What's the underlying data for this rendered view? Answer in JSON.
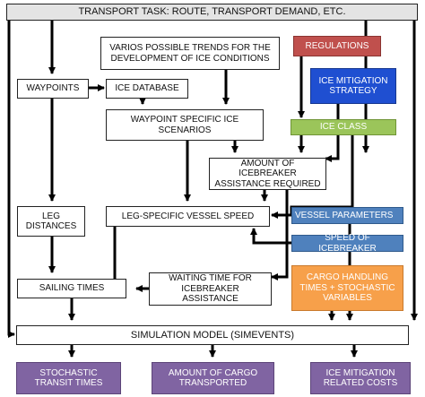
{
  "diagram": {
    "transport_task": "TRANSPORT TASK: ROUTE, TRANSPORT DEMAND,  ETC.",
    "trends_line1": "VARIOS POSSIBLE TRENDS FOR THE",
    "trends_line2": "DEVELOPMENT OF ICE CONDITIONS",
    "regulations": "REGULATIONS",
    "waypoints": "WAYPOINTS",
    "ice_database": "ICE DATABASE",
    "mitigation_line1": "ICE MITIGATION",
    "mitigation_line2": "STRATEGY",
    "scenarios_line1": "WAYPOINT SPECIFIC ICE",
    "scenarios_line2": "SCENARIOS",
    "ice_class": "ICE CLASS",
    "assist_line1": "AMOUNT OF ICEBREAKER",
    "assist_line2": "ASSISTANCE REQUIRED",
    "leg_line1": "LEG",
    "leg_line2": "DISTANCES",
    "vessel_speed": "LEG-SPECIFIC VESSEL SPEED",
    "vessel_params": "VESSEL PARAMETERS",
    "icebreaker_speed": "SPEED OF ICEBREAKER",
    "waiting_line1": "WAITING TIME FOR",
    "waiting_line2": "ICEBREAKER ASSISTANCE",
    "sailing_times": "SAILING TIMES",
    "cargo_line1": "CARGO HANDLING",
    "cargo_line2": "TIMES + STOCHASTIC",
    "cargo_line3": "VARIABLES",
    "simulation": "SIMULATION MODEL (SIMEVENTS)",
    "transit_line1": "STOCHASTIC",
    "transit_line2": "TRANSIT TIMES",
    "cargo_out_line1": "AMOUNT OF CARGO",
    "cargo_out_line2": "TRANSPORTED",
    "costs_line1": "ICE MITIGATION",
    "costs_line2": "RELATED COSTS"
  },
  "colors": {
    "regulations": "#c0504d",
    "strategy": "#1f4fd1",
    "ice_class": "#9bc55a",
    "parameters": "#4f81bd",
    "cargo_handling": "#f7a04a",
    "outputs": "#8064a2"
  }
}
